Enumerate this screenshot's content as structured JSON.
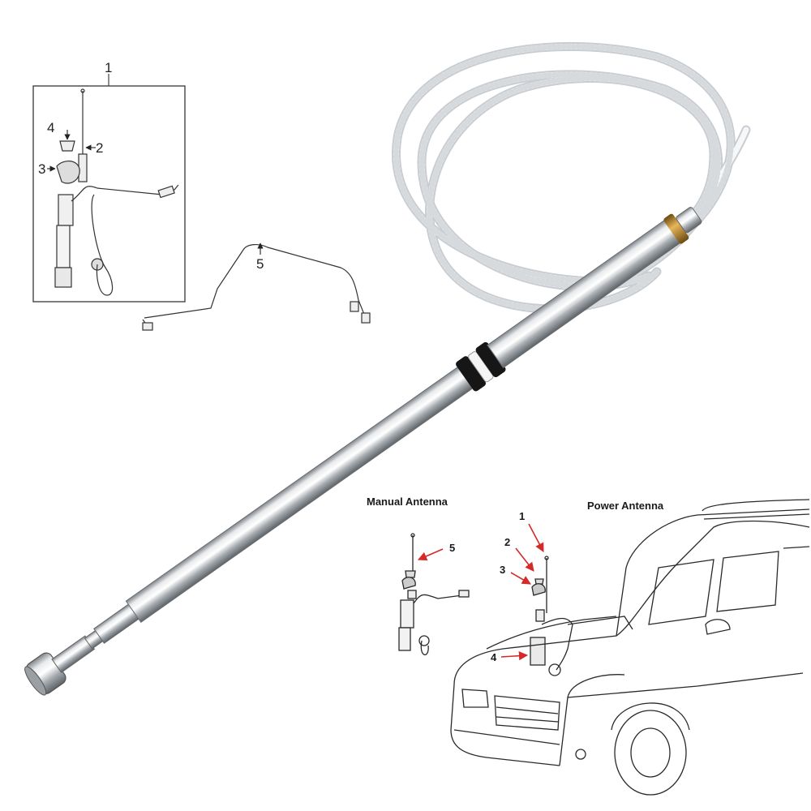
{
  "colors": {
    "accent_arrow": "#d42a2a",
    "steel": "#b8bcc0",
    "cable": "#eef0f2",
    "ring_black": "#161616",
    "ring_brass": "#b8862f"
  },
  "top_left_diagram": {
    "callouts": [
      "1",
      "2",
      "3",
      "4",
      "5"
    ]
  },
  "bottom_right_diagram": {
    "manual_title": "Manual Antenna",
    "power_title": "Power Antenna",
    "manual_callout": "5",
    "power_callouts": [
      "1",
      "2",
      "3",
      "4"
    ]
  }
}
